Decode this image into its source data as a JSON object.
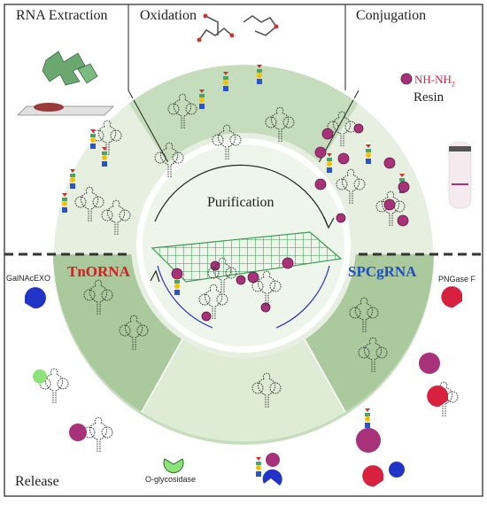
{
  "panels": {
    "rna_extraction": "RNA Extraction",
    "oxidation": "Oxidation",
    "conjugation": "Conjugation",
    "release": "Release"
  },
  "center": {
    "purification": "Purification"
  },
  "groups": {
    "tnorna": "TnORNA",
    "spcgrna": "SPCgRNA"
  },
  "enzymes": {
    "galnacexo": "GalNAcEXO",
    "pngase_f": "PNGase F",
    "o_glycosidase": "O-glycosidase"
  },
  "resin": {
    "group": "NH-NH",
    "subscript": "2",
    "label": "Resin"
  },
  "colors": {
    "ring_green": "#c6ddbd",
    "inner_green": "#deecd6",
    "dark_green": "#a9c99c",
    "magenta_bead": "#a8327a",
    "red_enzyme": "#d8213f",
    "blue_enzyme": "#2233c8",
    "green_enzyme": "#8ee27a",
    "divider": "#333333",
    "tnorna_red": "#cc2222",
    "spcgrna_blue": "#2050c0"
  },
  "icons": [
    "cells-icon",
    "tissue-icon",
    "resin-bead-icon",
    "tube-icon",
    "galnacexo-enzyme-icon",
    "pngase-enzyme-icon",
    "o-glycosidase-enzyme-icon",
    "rna-structure-icon",
    "glycan-icon",
    "grid-membrane-icon",
    "cycle-arrow-icon"
  ]
}
